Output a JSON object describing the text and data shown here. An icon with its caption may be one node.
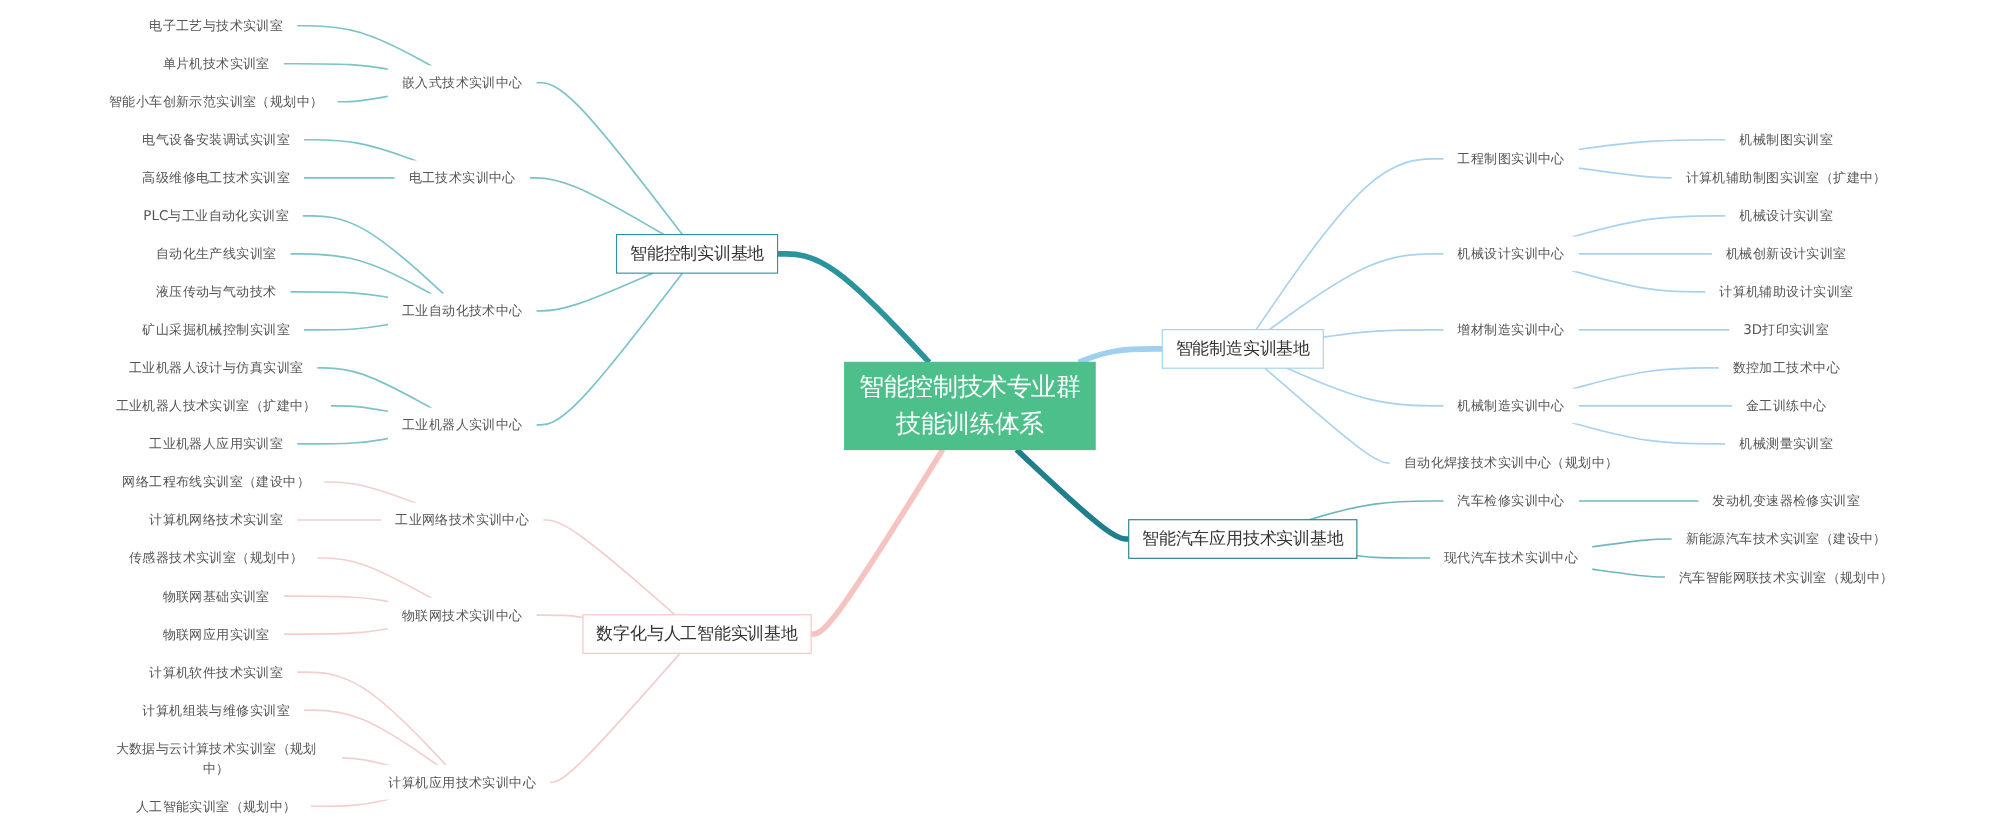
{
  "diagram": {
    "nodes": [
      {
        "text": [
          "智能控制技术专业群技能训练体系"
        ]
      },
      {
        "text": [
          "智能控制实训基地"
        ]
      },
      {
        "text": [
          "嵌入式技术实训中心"
        ]
      },
      {
        "text": [
          "电子工艺与技术实训室"
        ]
      },
      {
        "text": [
          "单片机技术实训室"
        ]
      },
      {
        "text": [
          "智能小车创新示范实训室（规划中）"
        ]
      },
      {
        "text": [
          "电工技术实训中心"
        ]
      },
      {
        "text": [
          "电气设备安装调试实训室"
        ]
      },
      {
        "text": [
          "高级维修电工技术实训室"
        ]
      },
      {
        "text": [
          "工业自动化技术中心"
        ]
      },
      {
        "text": [
          "PLC与工业自动化实训室"
        ]
      },
      {
        "text": [
          "自动化生产线实训室"
        ]
      },
      {
        "text": [
          "液压传动与气动技术"
        ]
      },
      {
        "text": [
          "矿山采掘机械控制实训室"
        ]
      },
      {
        "text": [
          "工业机器人实训中心"
        ]
      },
      {
        "text": [
          "工业机器人设计与仿真实训室"
        ]
      },
      {
        "text": [
          "工业机器人技术实训室（扩建中）"
        ]
      },
      {
        "text": [
          "工业机器人应用实训室"
        ]
      },
      {
        "text": [
          "数字化与人工智能实训基地"
        ]
      },
      {
        "text": [
          "工业网络技术实训中心"
        ]
      },
      {
        "text": [
          "网络工程布线实训室（建设中）"
        ]
      },
      {
        "text": [
          "计算机网络技术实训室"
        ]
      },
      {
        "text": [
          "物联网技术实训中心"
        ]
      },
      {
        "text": [
          "传感器技术实训室（规划中）"
        ]
      },
      {
        "text": [
          "物联网基础实训室"
        ]
      },
      {
        "text": [
          "物联网应用实训室"
        ]
      },
      {
        "text": [
          "计算机应用技术实训中心"
        ]
      },
      {
        "text": [
          "计算机软件技术实训室"
        ]
      },
      {
        "text": [
          "计算机组装与维修实训室"
        ]
      },
      {
        "text": [
          "大数据与云计算技术实训室（规划中）"
        ]
      },
      {
        "text": [
          "人工智能实训室（规划中）"
        ]
      },
      {
        "text": [
          "智能制造实训基地"
        ]
      },
      {
        "text": [
          "工程制图实训中心"
        ]
      },
      {
        "text": [
          "机械制图实训室"
        ]
      },
      {
        "text": [
          "计算机辅助制图实训室（扩建中）"
        ]
      },
      {
        "text": [
          "机械设计实训中心"
        ]
      },
      {
        "text": [
          "机械设计实训室"
        ]
      },
      {
        "text": [
          "机械创新设计实训室"
        ]
      },
      {
        "text": [
          "计算机辅助设计实训室"
        ]
      },
      {
        "text": [
          "增材制造实训中心"
        ]
      },
      {
        "text": [
          "3D打印实训室"
        ]
      },
      {
        "text": [
          "机械制造实训中心"
        ]
      },
      {
        "text": [
          "数控加工技术中心"
        ]
      },
      {
        "text": [
          "金工训练中心"
        ]
      },
      {
        "text": [
          "机械测量实训室"
        ]
      },
      {
        "text": [
          "自动化焊接技术实训中心（规划中）"
        ]
      },
      {
        "text": [
          "智能汽车应用技术实训基地"
        ]
      },
      {
        "text": [
          "汽车检修实训中心"
        ]
      },
      {
        "text": [
          "发动机变速器检修实训室"
        ]
      },
      {
        "text": [
          "现代汽车技术实训中心"
        ]
      },
      {
        "text": [
          "新能源汽车技术实训室（建设中）"
        ]
      },
      {
        "text": [
          "汽车智能网联技术实训室（规划中）"
        ]
      }
    ],
    "edges": [
      {
        "from": 0,
        "to": 1,
        "arrow": "none",
        "style": "thick",
        "color": "#2a939c"
      },
      {
        "from": 1,
        "to": 2,
        "arrow": "none",
        "color": "#7cc3c9"
      },
      {
        "from": 2,
        "to": 3,
        "arrow": "none",
        "color": "#7cc3c9"
      },
      {
        "from": 2,
        "to": 4,
        "arrow": "none",
        "color": "#7cc3c9"
      },
      {
        "from": 2,
        "to": 5,
        "arrow": "none",
        "color": "#7cc3c9"
      },
      {
        "from": 1,
        "to": 6,
        "arrow": "none",
        "color": "#7cc3c9"
      },
      {
        "from": 6,
        "to": 7,
        "arrow": "none",
        "color": "#7cc3c9"
      },
      {
        "from": 6,
        "to": 8,
        "arrow": "none",
        "color": "#7cc3c9"
      },
      {
        "from": 1,
        "to": 9,
        "arrow": "none",
        "color": "#7cc3c9"
      },
      {
        "from": 9,
        "to": 10,
        "arrow": "none",
        "color": "#7cc3c9"
      },
      {
        "from": 9,
        "to": 11,
        "arrow": "none",
        "color": "#7cc3c9"
      },
      {
        "from": 9,
        "to": 12,
        "arrow": "none",
        "color": "#7cc3c9"
      },
      {
        "from": 9,
        "to": 13,
        "arrow": "none",
        "color": "#7cc3c9"
      },
      {
        "from": 1,
        "to": 14,
        "arrow": "none",
        "color": "#7cc3c9"
      },
      {
        "from": 14,
        "to": 15,
        "arrow": "none",
        "color": "#7cc3c9"
      },
      {
        "from": 14,
        "to": 16,
        "arrow": "none",
        "color": "#7cc3c9"
      },
      {
        "from": 14,
        "to": 17,
        "arrow": "none",
        "color": "#7cc3c9"
      },
      {
        "from": 0,
        "to": 18,
        "arrow": "none",
        "style": "thick",
        "color": "#f5c4c0"
      },
      {
        "from": 18,
        "to": 19,
        "arrow": "none",
        "color": "#f3cfcc"
      },
      {
        "from": 19,
        "to": 20,
        "arrow": "none",
        "color": "#f3cfcc"
      },
      {
        "from": 19,
        "to": 21,
        "arrow": "none",
        "color": "#f3cfcc"
      },
      {
        "from": 18,
        "to": 22,
        "arrow": "none",
        "color": "#f3cfcc"
      },
      {
        "from": 22,
        "to": 23,
        "arrow": "none",
        "color": "#f3cfcc"
      },
      {
        "from": 22,
        "to": 24,
        "arrow": "none",
        "color": "#f3cfcc"
      },
      {
        "from": 22,
        "to": 25,
        "arrow": "none",
        "color": "#f3cfcc"
      },
      {
        "from": 18,
        "to": 26,
        "arrow": "none",
        "color": "#f3cfcc"
      },
      {
        "from": 26,
        "to": 27,
        "arrow": "none",
        "color": "#f3cfcc"
      },
      {
        "from": 26,
        "to": 28,
        "arrow": "none",
        "color": "#f3cfcc"
      },
      {
        "from": 26,
        "to": 29,
        "arrow": "none",
        "color": "#f3cfcc"
      },
      {
        "from": 26,
        "to": 30,
        "arrow": "none",
        "color": "#f3cfcc"
      },
      {
        "from": 0,
        "to": 31,
        "arrow": "none",
        "style": "thick",
        "color": "#9fd0f0"
      },
      {
        "from": 31,
        "to": 32,
        "arrow": "none",
        "color": "#a9d2ee"
      },
      {
        "from": 32,
        "to": 33,
        "arrow": "none",
        "color": "#a9d2ee"
      },
      {
        "from": 32,
        "to": 34,
        "arrow": "none",
        "color": "#a9d2ee"
      },
      {
        "from": 31,
        "to": 35,
        "arrow": "none",
        "color": "#a9d2ee"
      },
      {
        "from": 35,
        "to": 36,
        "arrow": "none",
        "color": "#a9d2ee"
      },
      {
        "from": 35,
        "to": 37,
        "arrow": "none",
        "color": "#a9d2ee"
      },
      {
        "from": 35,
        "to": 38,
        "arrow": "none",
        "color": "#a9d2ee"
      },
      {
        "from": 31,
        "to": 39,
        "arrow": "none",
        "color": "#a9d2ee"
      },
      {
        "from": 39,
        "to": 40,
        "arrow": "none",
        "color": "#a9d2ee"
      },
      {
        "from": 31,
        "to": 41,
        "arrow": "none",
        "color": "#a9d2ee"
      },
      {
        "from": 41,
        "to": 42,
        "arrow": "none",
        "color": "#a9d2ee"
      },
      {
        "from": 41,
        "to": 43,
        "arrow": "none",
        "color": "#a9d2ee"
      },
      {
        "from": 41,
        "to": 44,
        "arrow": "none",
        "color": "#a9d2ee"
      },
      {
        "from": 31,
        "to": 45,
        "arrow": "none",
        "color": "#a9d2ee"
      },
      {
        "from": 0,
        "to": 46,
        "arrow": "none",
        "style": "thick",
        "color": "#1f7f8c"
      },
      {
        "from": 46,
        "to": 47,
        "arrow": "none",
        "color": "#6fb7bf"
      },
      {
        "from": 47,
        "to": 48,
        "arrow": "none",
        "color": "#6fb7bf"
      },
      {
        "from": 46,
        "to": 49,
        "arrow": "none",
        "color": "#6fb7bf"
      },
      {
        "from": 49,
        "to": 50,
        "arrow": "none",
        "color": "#6fb7bf"
      },
      {
        "from": 49,
        "to": 51,
        "arrow": "none",
        "color": "#6fb7bf"
      }
    ]
  }
}
